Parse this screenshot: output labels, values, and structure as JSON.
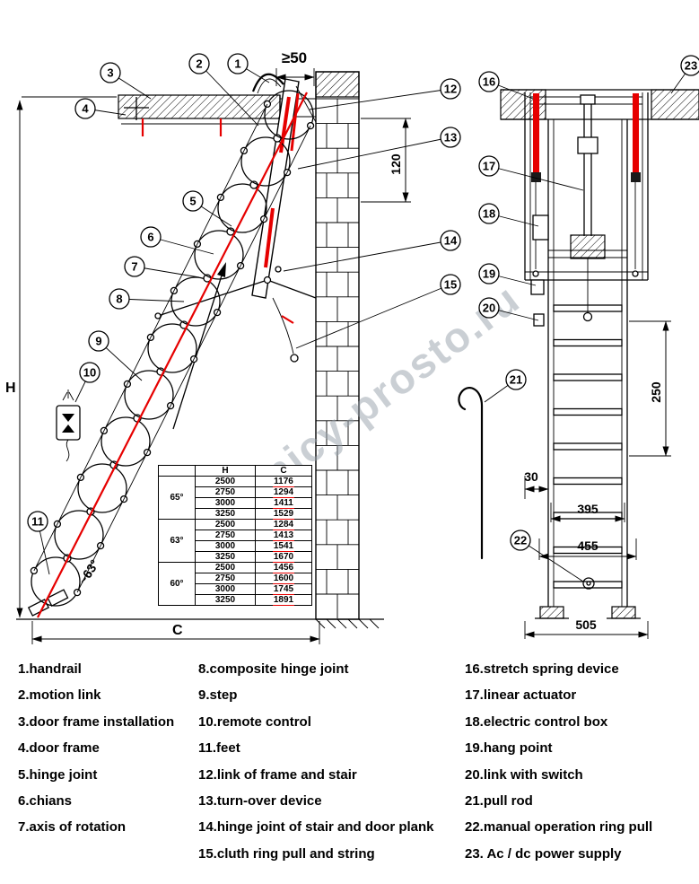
{
  "drawing": {
    "watermark": "lestnicy-prosto.ru",
    "dims": {
      "gap50": "≥50",
      "depth120": "120",
      "height_h": "H",
      "width_c": "C",
      "angle63": "~63°",
      "len250": "250",
      "off30": "30",
      "w395": "395",
      "w455": "455",
      "w505": "505"
    }
  },
  "callouts": [
    "1",
    "2",
    "3",
    "4",
    "5",
    "6",
    "7",
    "8",
    "9",
    "10",
    "11",
    "12",
    "13",
    "14",
    "15",
    "16",
    "17",
    "18",
    "19",
    "20",
    "21",
    "22",
    "23"
  ],
  "spec_table": {
    "headers": [
      "",
      "H",
      "C"
    ],
    "groups": [
      {
        "angle": "65°",
        "rows": [
          [
            "2500",
            "1176"
          ],
          [
            "2750",
            "1294"
          ],
          [
            "3000",
            "1411"
          ],
          [
            "3250",
            "1529"
          ]
        ]
      },
      {
        "angle": "63°",
        "rows": [
          [
            "2500",
            "1284"
          ],
          [
            "2750",
            "1413"
          ],
          [
            "3000",
            "1541"
          ],
          [
            "3250",
            "1670"
          ]
        ]
      },
      {
        "angle": "60°",
        "rows": [
          [
            "2500",
            "1456"
          ],
          [
            "2750",
            "1600"
          ],
          [
            "3000",
            "1745"
          ],
          [
            "3250",
            "1891"
          ]
        ]
      }
    ]
  },
  "legend": {
    "columns": [
      [
        "1.handrail",
        "2.motion link",
        "3.door frame installation",
        "4.door frame",
        "5.hinge joint",
        "6.chians",
        "7.axis of rotation"
      ],
      [
        "8.composite hinge joint",
        "9.step",
        "10.remote control",
        "11.feet",
        "12.link of frame and stair",
        "13.turn-over device",
        "14.hinge joint of stair and door plank",
        "15.cluth ring pull and string"
      ],
      [
        "16.stretch spring device",
        "17.linear actuator",
        "18.electric control box",
        "19.hang point",
        "20.link with switch",
        "21.pull rod",
        "22.manual operation ring pull",
        "23. Ac / dc power supply"
      ]
    ]
  },
  "colors": {
    "accent_red": "#e60000",
    "watermark_gray": "#96a0aa"
  }
}
